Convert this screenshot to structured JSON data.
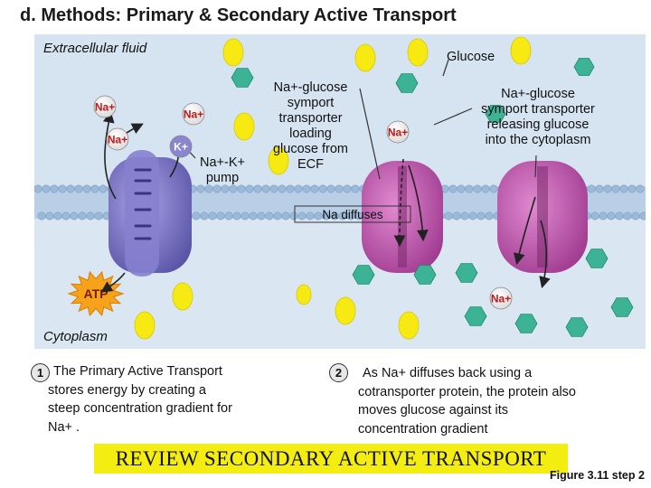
{
  "title": "d. Methods: Primary & Secondary Active Transport",
  "diagram": {
    "extracellular_label": "Extracellular fluid",
    "cytoplasm_label": "Cytoplasm",
    "glucose_label": "Glucose",
    "pump_label_1": "Na+-K+",
    "pump_label_2": "pump",
    "symport_loading_label": [
      "Na+-glucose",
      "symport",
      "transporter",
      "loading",
      "glucose from",
      "ECF"
    ],
    "symport_releasing_label": [
      "Na+-glucose",
      "symport transporter",
      "releasing glucose",
      "into the cytoplasm"
    ],
    "na_diffuses_label": "Na diffuses",
    "ion_na": "Na+",
    "ion_k": "K+",
    "atp": "ATP"
  },
  "notes": [
    {
      "number": "1",
      "lines": [
        "The Primary Active Transport",
        "stores energy by creating a",
        "steep concentration gradient for",
        "Na+ ."
      ]
    },
    {
      "number": "2",
      "lines": [
        "As Na+ diffuses back using a",
        "cotransporter protein, the protein also",
        "moves glucose against its",
        "concentration gradient"
      ]
    }
  ],
  "review_banner": "REVIEW SECONDARY ACTIVE TRANSPORT",
  "figure_caption": "Figure 3.11 step 2",
  "colors": {
    "glucose": "#f6ea12",
    "sodium_hexagon": "#3cb394",
    "pump": "#7c76c6",
    "symporter": "#c556b0",
    "membrane": "#9cbad8"
  }
}
